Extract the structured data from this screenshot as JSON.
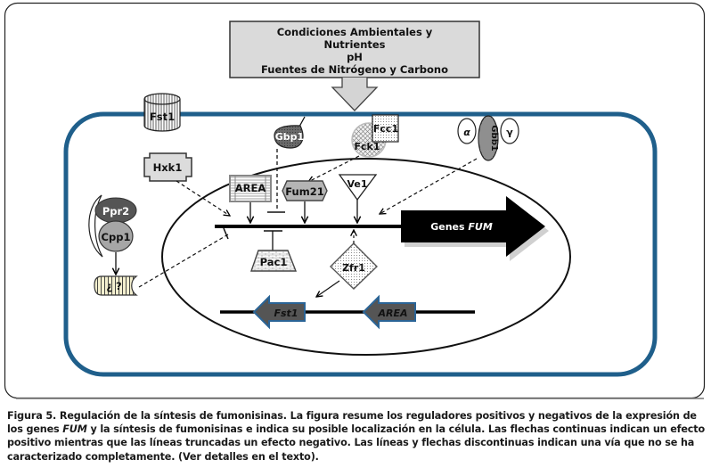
{
  "figure": {
    "environment_box": {
      "lines": [
        "Condiciones Ambientales y",
        "Nutrientes",
        "pH",
        "Fuentes de Nitrógeno y Carbono"
      ]
    },
    "membrane_proteins": {
      "fst1": "Fst1",
      "gbp1": "Gbp1",
      "fcc1": "Fcc1",
      "fck1": "Fck1",
      "g_alpha": "α",
      "g_beta": "Gbb1",
      "g_gamma": "γ"
    },
    "cytoplasm": {
      "hxk1": "Hxk1",
      "ppr2": "Ppr2",
      "cpp1": "Cpp1",
      "unknown": "¿ ?"
    },
    "nucleus": {
      "area_protein": "AREA",
      "fum21": "Fum21",
      "ve1": "Ve1",
      "pac1": "Pac1",
      "zfr1": "Zfr1",
      "genes_fum_prefix": "Genes ",
      "genes_fum_italic": "FUM",
      "gene_fst1": "Fst1",
      "gene_area": "AREA"
    },
    "colors": {
      "membrane": "#1f5f8b",
      "gene_arrow_fill": "#555555",
      "gene_arrow_border": "#2a6496",
      "box_fill": "#dcdcdc"
    }
  },
  "caption": {
    "label": "Figura 5.",
    "title": " Regulación de la síntesis de fumonisinas.",
    "text_1": " La figura resume los reguladores positivos y negativos de la expresión de los genes ",
    "text_italic": "FUM",
    "text_2": " y la síntesis de fumonisinas e indica su posible localización en la célula. Las flechas continuas indican un efecto positivo mientras que las líneas truncadas un efecto negativo. Las líneas y flechas discontinuas indican una vía que no se ha caracterizado completamente. (Ver detalles en el texto)."
  }
}
